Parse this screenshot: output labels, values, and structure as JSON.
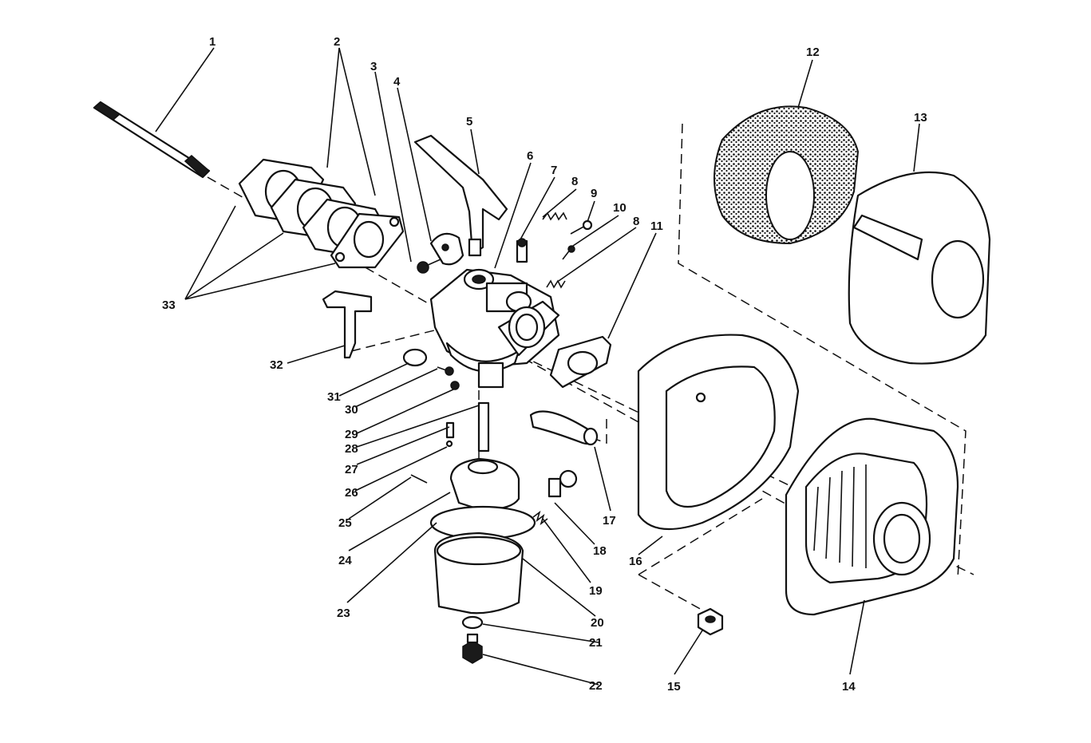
{
  "labels": {
    "p1": "1",
    "p2": "2",
    "p3": "3",
    "p4": "4",
    "p5": "5",
    "p6": "6",
    "p7": "7",
    "p8a": "8",
    "p8b": "8",
    "p9": "9",
    "p10": "10",
    "p11": "11",
    "p12": "12",
    "p13": "13",
    "p14": "14",
    "p15": "15",
    "p16": "16",
    "p17": "17",
    "p18": "18",
    "p19": "19",
    "p20": "20",
    "p21": "21",
    "p22": "22",
    "p23": "23",
    "p24": "24",
    "p25": "25",
    "p26": "26",
    "p27": "27",
    "p28": "28",
    "p29": "29",
    "p30": "30",
    "p31": "31",
    "p32": "32",
    "p33": "33"
  },
  "colors": {
    "ink": "#111111",
    "paper": "#ffffff"
  }
}
